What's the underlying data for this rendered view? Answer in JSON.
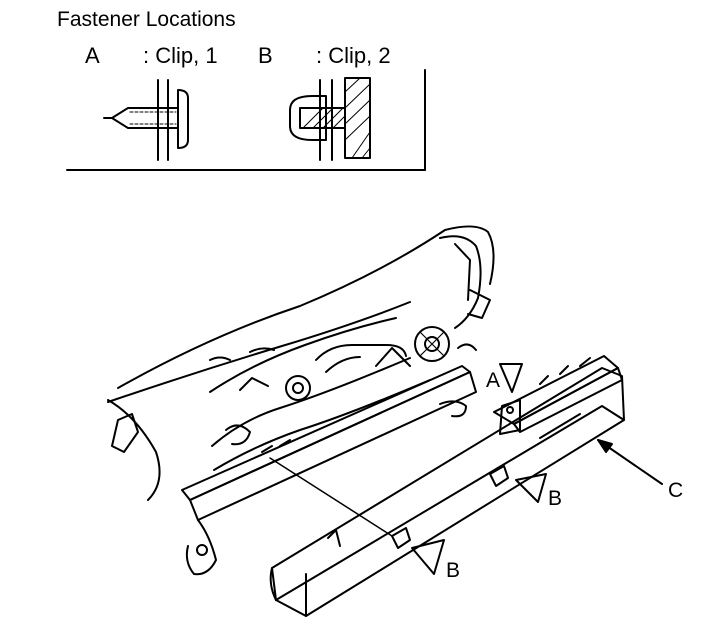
{
  "legend": {
    "title": "Fastener Locations",
    "items": [
      {
        "letter": "A",
        "desc": ": Clip, 1"
      },
      {
        "letter": "B",
        "desc": ": Clip, 2"
      }
    ]
  },
  "callouts": {
    "a": "A",
    "b1": "B",
    "b2": "B",
    "c": "C"
  }
}
